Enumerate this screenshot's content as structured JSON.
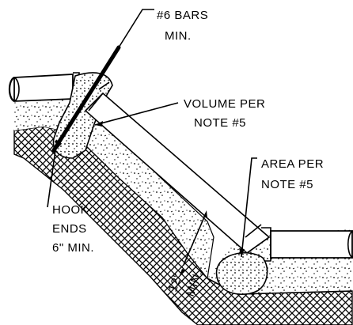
{
  "labels": {
    "bars_line1": "#6 BARS",
    "bars_line2": "MIN.",
    "volume_line1": "VOLUME PER",
    "volume_line2": "NOTE #5",
    "area_line1": "AREA PER",
    "area_line2": "NOTE #5",
    "hook_line1": "HOOK",
    "hook_line2": "ENDS",
    "hook_line3": "6\" MIN.",
    "depth_value": "12\"",
    "depth_suffix": "MIN."
  }
}
